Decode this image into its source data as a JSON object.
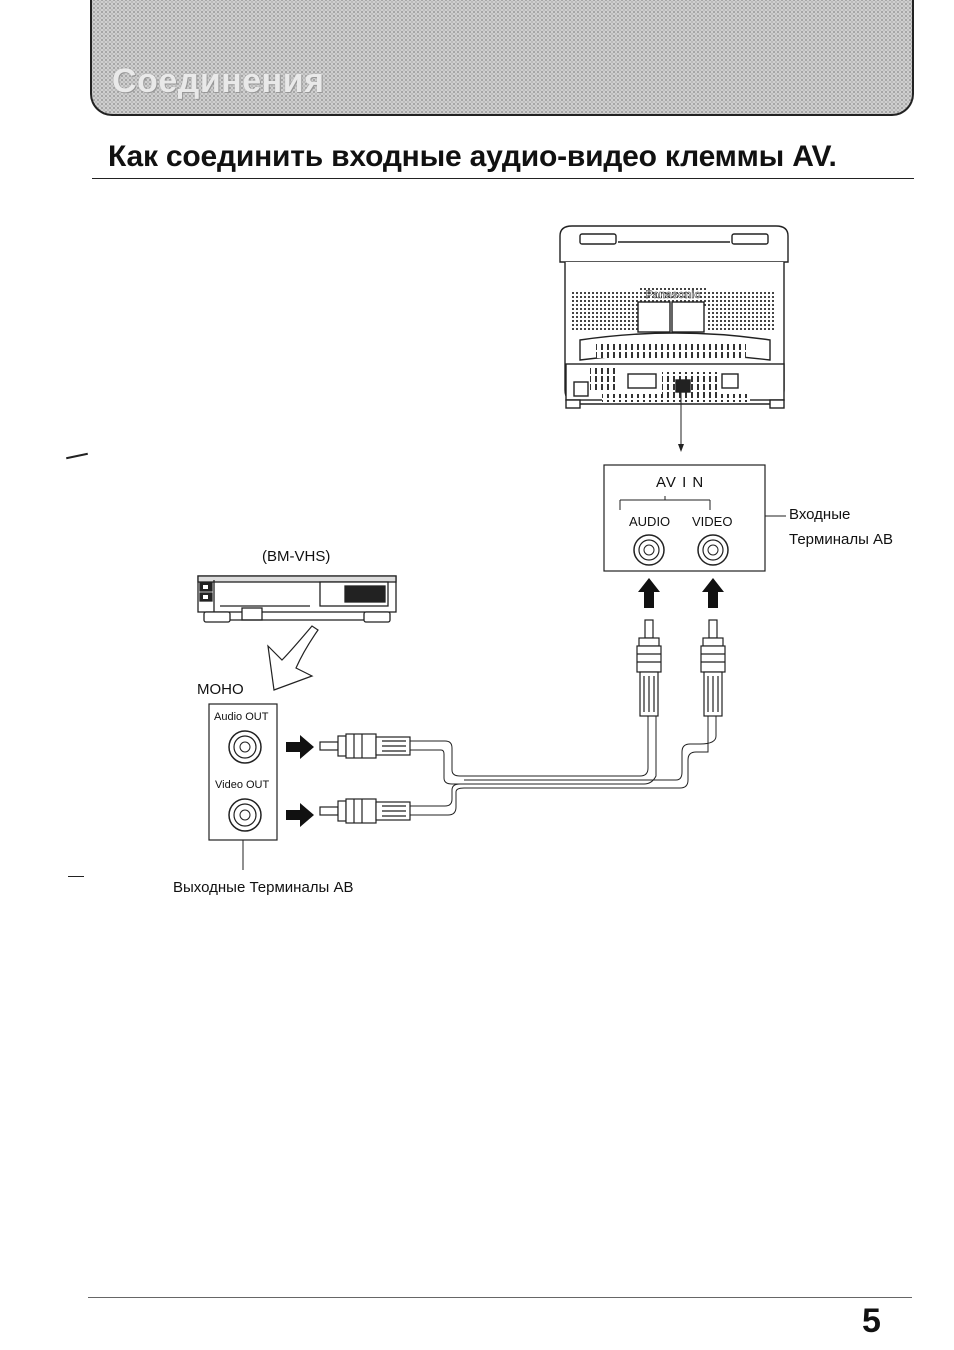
{
  "section": {
    "title": "Соединения"
  },
  "heading": {
    "text": "Как соединить входные аудио-видео клеммы AV."
  },
  "tv": {
    "brand": "Panasonic"
  },
  "av_panel": {
    "title": "AV  I N",
    "audio_label": "AUDIO",
    "video_label": "VIDEO",
    "callout_line1": "Входные",
    "callout_line2": "Терминалы АВ"
  },
  "vcr": {
    "label": "(ВМ-VHS)"
  },
  "mono_panel": {
    "mode_label": "МОНО",
    "audio_out": "Audio OUT",
    "video_out": "Video OUT",
    "callout": "Выходные Терминалы АВ"
  },
  "footer": {
    "page_number": "5"
  }
}
